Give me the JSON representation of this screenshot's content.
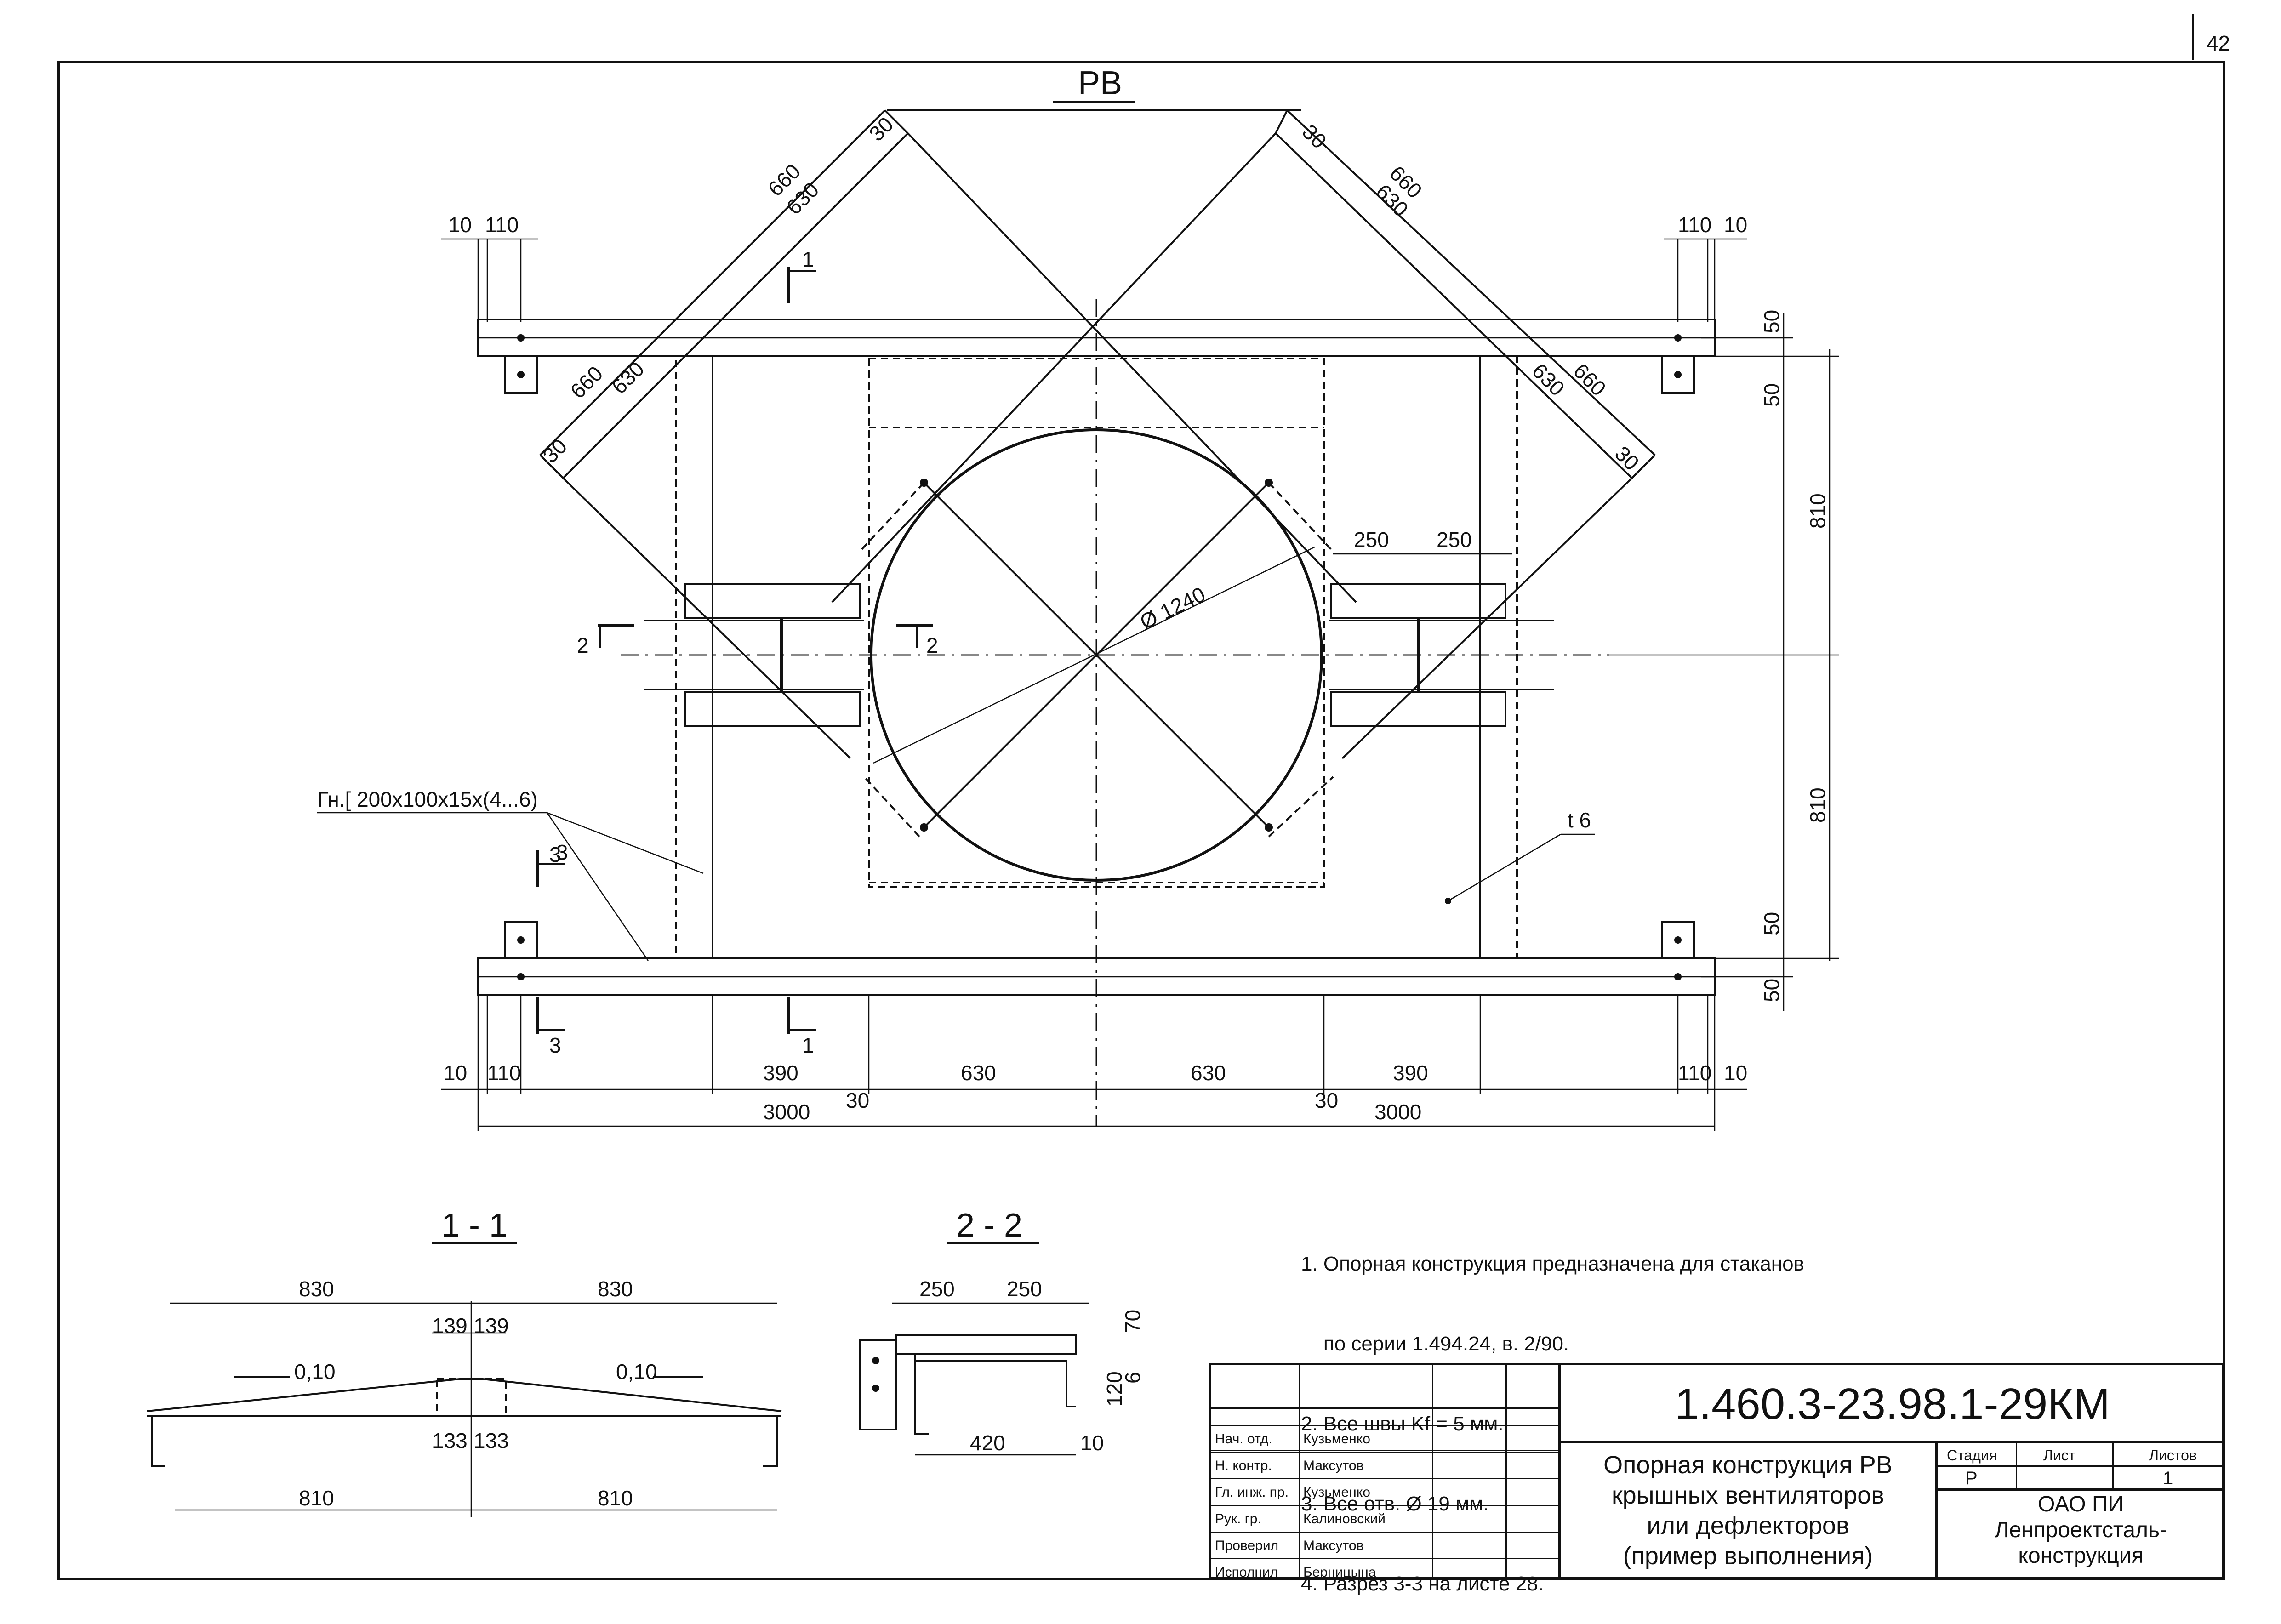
{
  "page_number": "42",
  "plan": {
    "title": "РВ",
    "dims": {
      "d10": "10",
      "d110": "110",
      "d50": "50",
      "d810": "810",
      "d660": "660",
      "d630": "630",
      "d30": "30",
      "d250": "250",
      "d390": "390",
      "d3000": "3000",
      "diameter": "Ø 1240",
      "t6": "t 6"
    },
    "channel_label": "Гн.[ 200x100x15x(4...6)",
    "section_marks": {
      "s1": "1",
      "s2": "2",
      "s3": "3"
    }
  },
  "section_1_1": {
    "title": "1 - 1",
    "d830": "830",
    "d139": "139",
    "d133": "133",
    "d810": "810",
    "slope": "0,10"
  },
  "section_2_2": {
    "title": "2 - 2",
    "d250": "250",
    "d420": "420",
    "d10": "10",
    "d70": "70",
    "d120": "120",
    "d6": "6"
  },
  "notes": [
    "1. Опорная конструкция предназначена для стаканов",
    "    по серии 1.494.24, в. 2/90.",
    "2. Все швы Kf = 5 мм.",
    "3. Все отв. Ø 19 мм.",
    "4. Разрез 3-3 на листе 28."
  ],
  "title_block": {
    "code": "1.460.3-23.98.1-29КМ",
    "name": [
      "Опорная конструкция РВ",
      "крышных вентиляторов",
      "или дефлекторов",
      "(пример выполнения)"
    ],
    "stage_header": "Стадия",
    "sheet_header": "Лист",
    "sheets_header": "Листов",
    "stage": "Р",
    "sheets": "1",
    "org": [
      "ОАО  ПИ",
      "Ленпроектсталь-",
      "конструкция"
    ],
    "people": [
      {
        "role": "Нач. отд.",
        "name": "Кузьменко"
      },
      {
        "role": "Н. контр.",
        "name": "Максутов"
      },
      {
        "role": "Гл. инж. пр.",
        "name": "Кузьменко"
      },
      {
        "role": "Рук. гр.",
        "name": "Калиновский"
      },
      {
        "role": "Проверил",
        "name": "Максутов"
      },
      {
        "role": "Исполнил",
        "name": "Берницына"
      }
    ]
  }
}
